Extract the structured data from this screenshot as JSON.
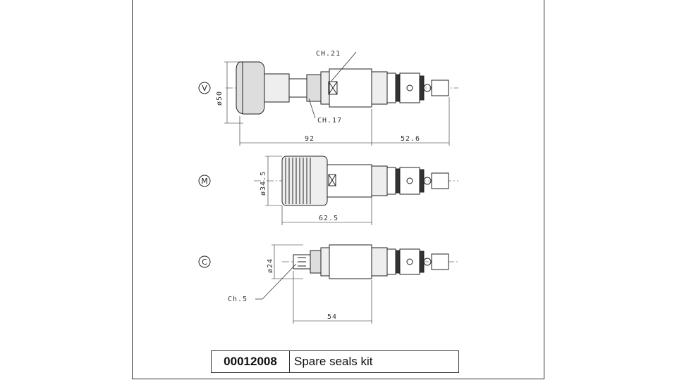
{
  "views": {
    "v": {
      "symbol": "V",
      "label_ch21": "CH.21",
      "label_ch17": "CH.17",
      "dia": "ø50",
      "len1": "92",
      "len2": "52.6"
    },
    "m": {
      "symbol": "M",
      "dia": "ø34.5",
      "len": "62.5"
    },
    "c": {
      "symbol": "C",
      "dia": "ø24",
      "ch": "Ch.5",
      "len": "54"
    }
  },
  "titleblock": {
    "code": "00012008",
    "description": "Spare seals kit"
  }
}
